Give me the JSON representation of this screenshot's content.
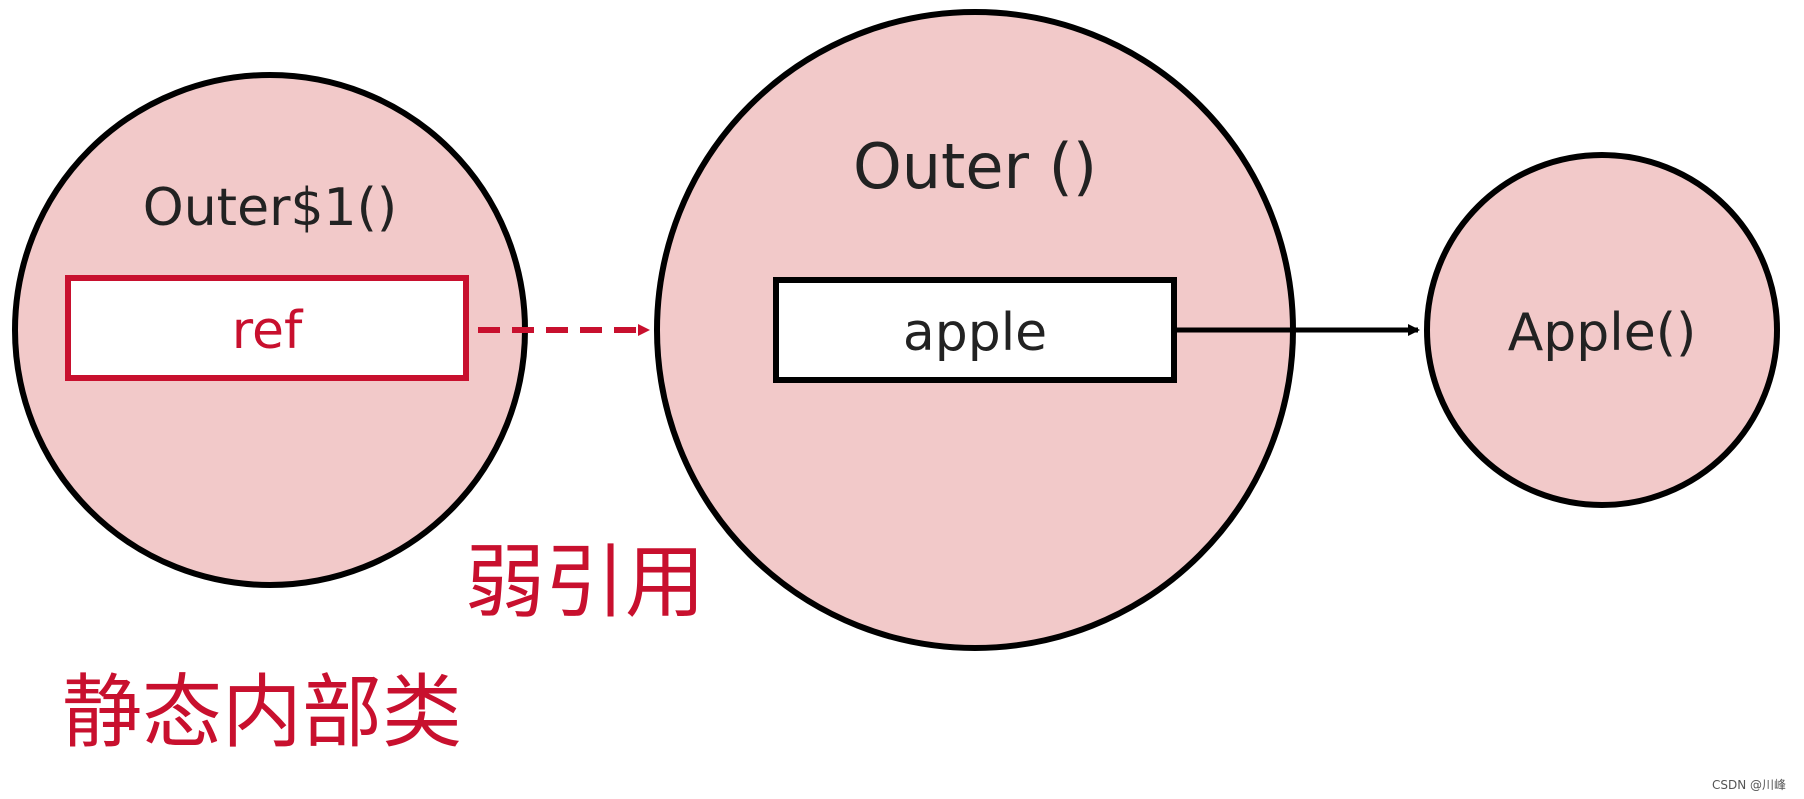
{
  "nodes": {
    "left": {
      "title": "Outer$1()",
      "field": "ref"
    },
    "center": {
      "title": "Outer ()",
      "field": "apple"
    },
    "right": {
      "title": "Apple()"
    }
  },
  "edges": {
    "weak_reference": {
      "label": "弱引用",
      "style": "dashed",
      "color": "#c8102e"
    },
    "strong_reference": {
      "style": "solid",
      "color": "#000000"
    }
  },
  "annotations": {
    "static_inner_class": "静态内部类"
  },
  "watermark": "CSDN @川峰",
  "colors": {
    "node_fill": "#f2c9c9",
    "accent_red": "#c8102e",
    "stroke_black": "#000000"
  }
}
